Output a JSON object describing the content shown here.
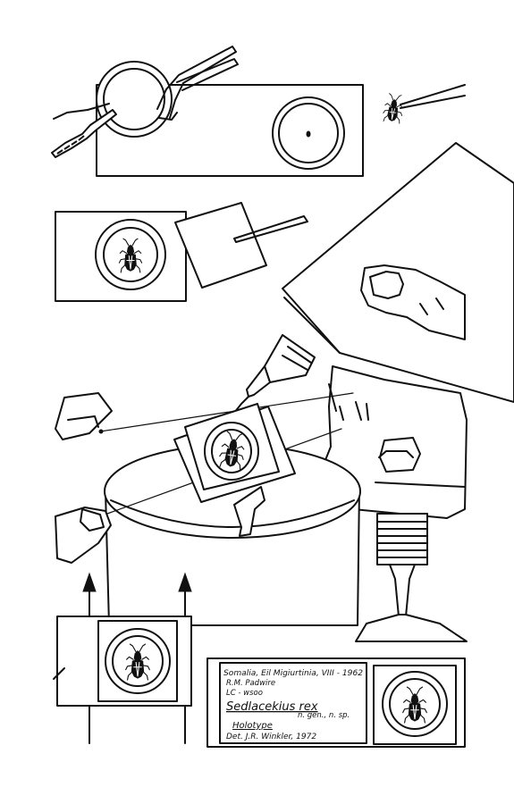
{
  "label": {
    "line1": "Somalia, Eil Migiurtinia, VIII - 1962",
    "line2": "R.M. Padwire",
    "line3": "LC - wsoo",
    "line4": "Sedlacekius rex",
    "line5": "n. gen., n. sp.",
    "line6": "Holotype",
    "line7": "Det. J.R. Winkler, 1972"
  }
}
